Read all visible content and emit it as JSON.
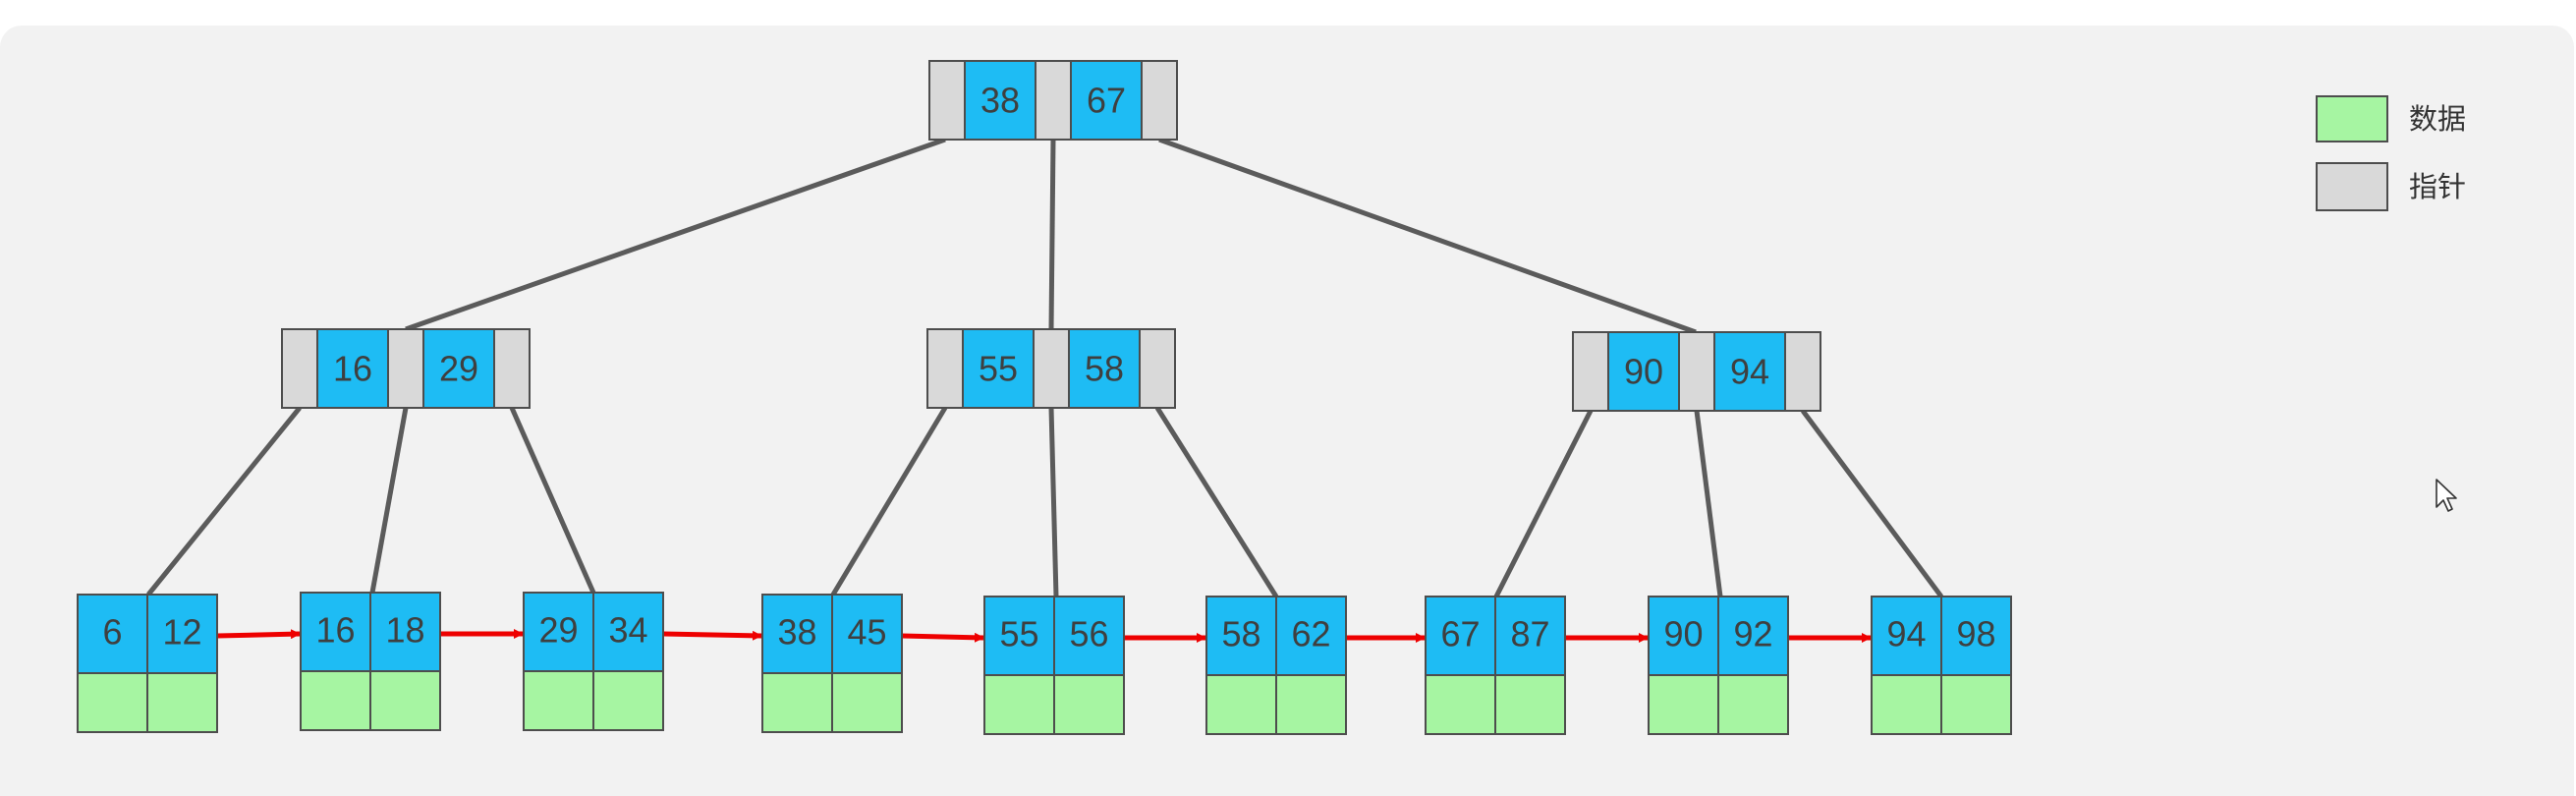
{
  "legend": [
    {
      "kind": "data",
      "label": "数据",
      "color": "#a6f5a2"
    },
    {
      "kind": "pointer",
      "label": "指针",
      "color": "#d9d9d9"
    }
  ],
  "colors": {
    "key": "#1ebcf4",
    "pointer": "#d9d9d9",
    "data": "#a6f5a2",
    "edge": "#5b5b5b",
    "leaf_link": "#ee0000"
  },
  "tree": {
    "root": {
      "keys": [
        "38",
        "67"
      ]
    },
    "internal": [
      {
        "keys": [
          "16",
          "29"
        ]
      },
      {
        "keys": [
          "55",
          "58"
        ]
      },
      {
        "keys": [
          "90",
          "94"
        ]
      }
    ],
    "leaves": [
      {
        "keys": [
          "6",
          "12"
        ]
      },
      {
        "keys": [
          "16",
          "18"
        ]
      },
      {
        "keys": [
          "29",
          "34"
        ]
      },
      {
        "keys": [
          "38",
          "45"
        ]
      },
      {
        "keys": [
          "55",
          "56"
        ]
      },
      {
        "keys": [
          "58",
          "62"
        ]
      },
      {
        "keys": [
          "67",
          "87"
        ]
      },
      {
        "keys": [
          "90",
          "92"
        ]
      },
      {
        "keys": [
          "94",
          "98"
        ]
      }
    ]
  }
}
